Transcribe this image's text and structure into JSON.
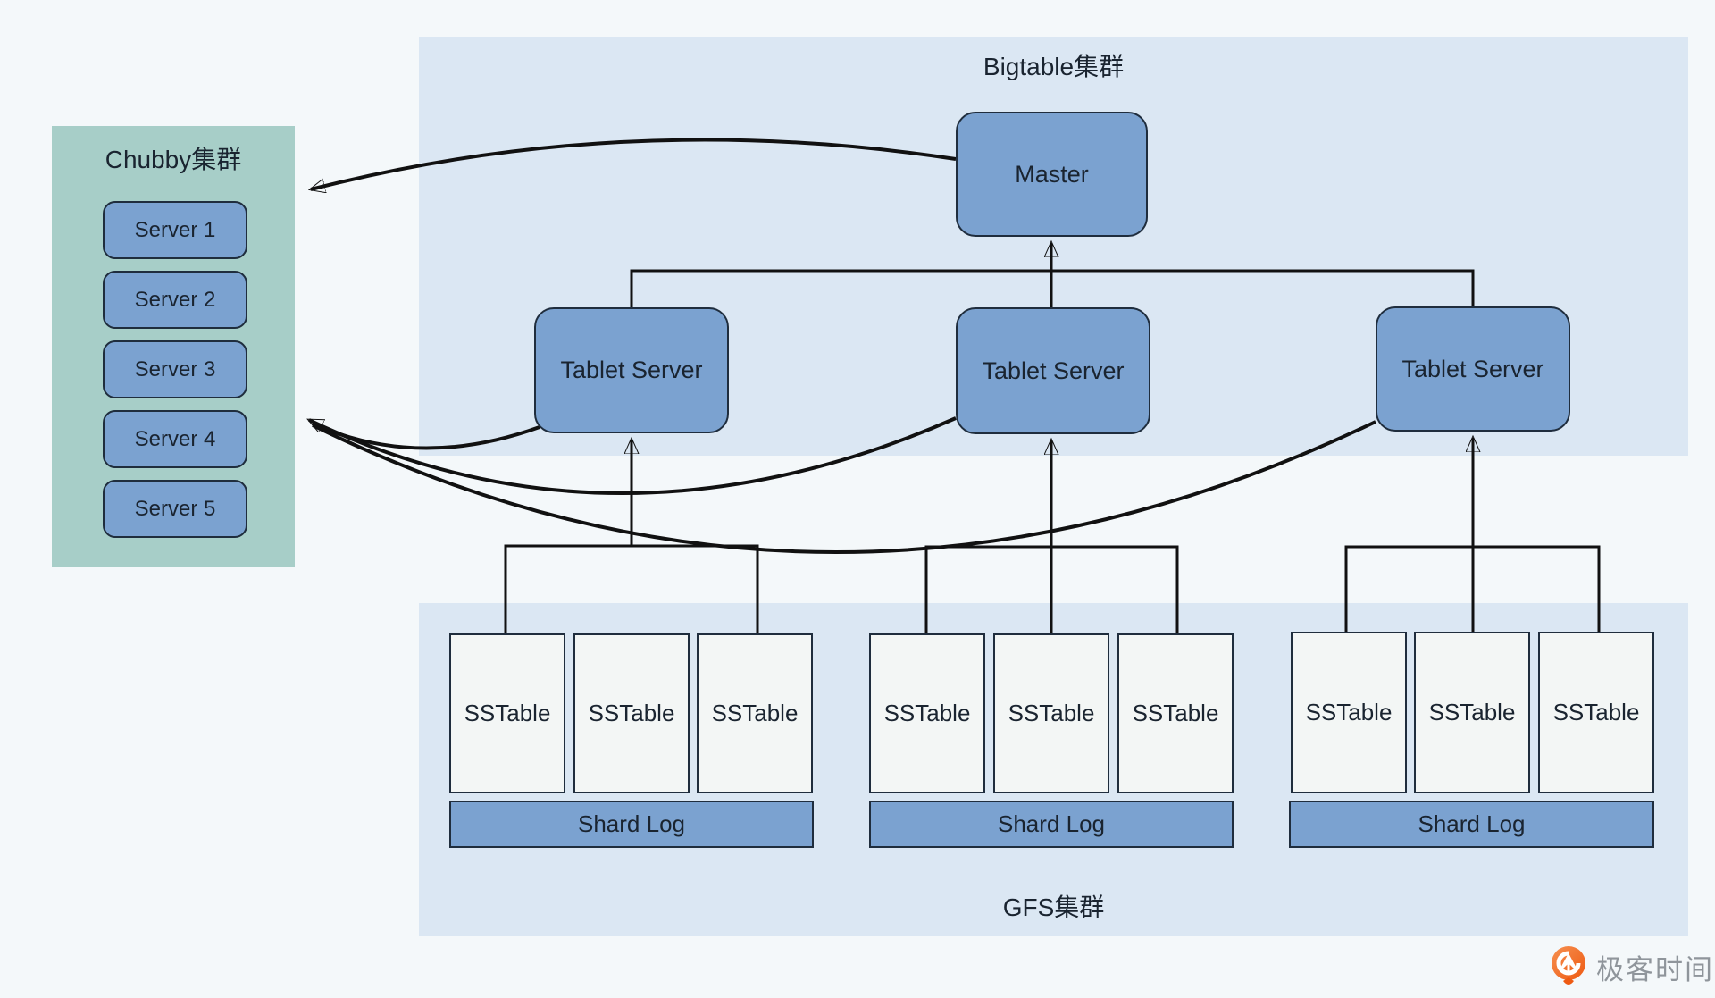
{
  "bigtable": {
    "title": "Bigtable集群",
    "master_label": "Master",
    "tablet_servers": [
      "Tablet Server",
      "Tablet Server",
      "Tablet Server"
    ]
  },
  "chubby": {
    "title": "Chubby集群",
    "servers": [
      "Server 1",
      "Server 2",
      "Server 3",
      "Server 4",
      "Server 5"
    ]
  },
  "gfs": {
    "title": "GFS集群",
    "groups": [
      {
        "sstables": [
          "SSTable",
          "SSTable",
          "SSTable"
        ],
        "shard_log": "Shard Log"
      },
      {
        "sstables": [
          "SSTable",
          "SSTable",
          "SSTable"
        ],
        "shard_log": "Shard Log"
      },
      {
        "sstables": [
          "SSTable",
          "SSTable",
          "SSTable"
        ],
        "shard_log": "Shard Log"
      }
    ]
  },
  "brand": {
    "name": "极客时间",
    "icon": "geektime-logo"
  },
  "colors": {
    "background": "#f4f8fa",
    "panel_blue": "#dbe7f3",
    "panel_teal": "#a7cec8",
    "node_blue": "#7ba2d0",
    "node_border": "#1f2d3d",
    "sstable_fill": "#f3f6f5",
    "line": "#111111",
    "text_dark": "#1a2430",
    "brand_orange": "#f26d21",
    "brand_text": "#8f959b"
  }
}
